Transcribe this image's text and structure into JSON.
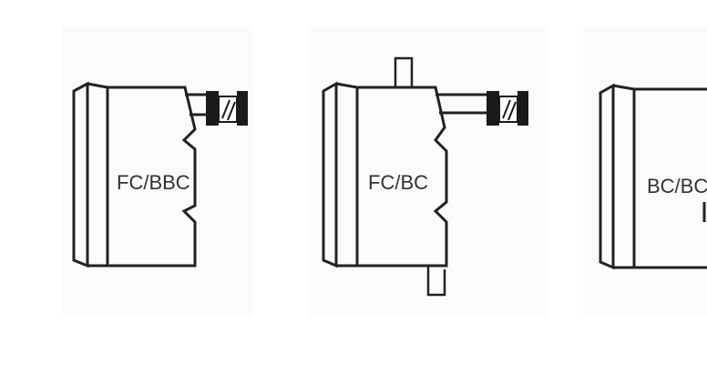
{
  "diagram": {
    "units": [
      {
        "id": "fc-bbc",
        "label": "FC/BBC"
      },
      {
        "id": "fc-bc",
        "label": "FC/BC"
      },
      {
        "id": "bc-bc",
        "label": "BC/BC"
      }
    ],
    "colors": {
      "stroke": "#222222",
      "label": "#333333",
      "panel": "#fbfbf9"
    }
  }
}
